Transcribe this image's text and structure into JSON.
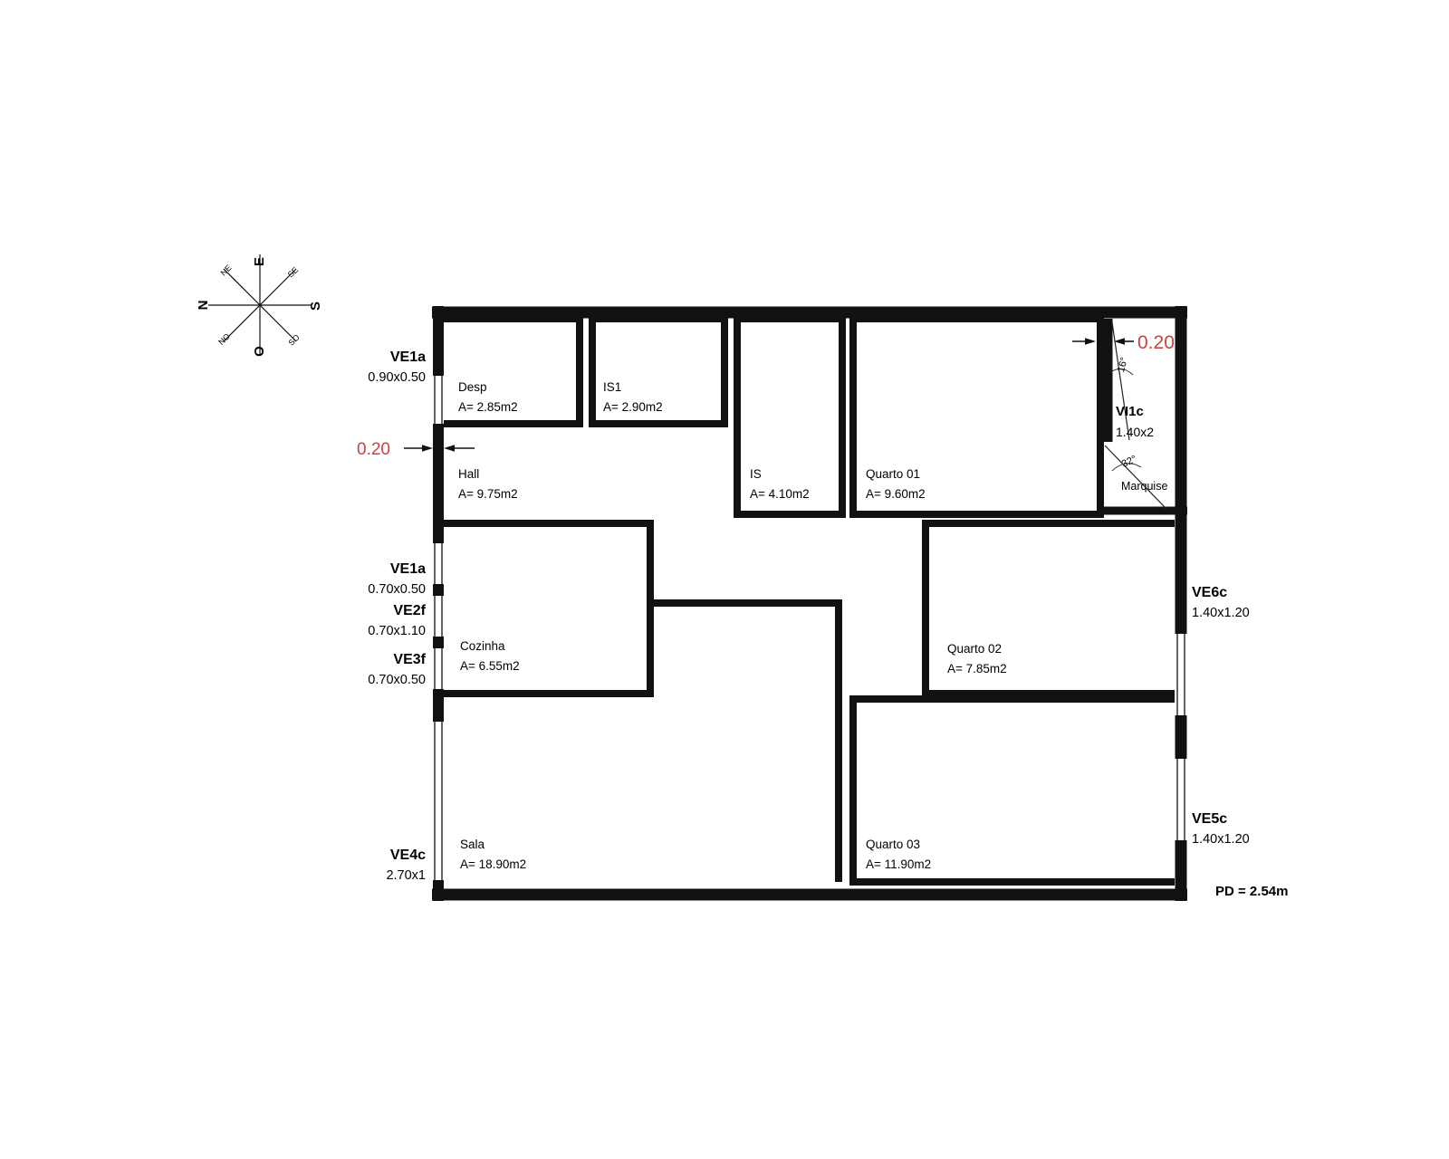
{
  "compass": {
    "n": "N",
    "e": "E",
    "s": "S",
    "o": "O",
    "ne": "NE",
    "se": "SE",
    "so": "SO",
    "no": "NO"
  },
  "rooms": {
    "desp": {
      "name": "Desp",
      "area": "A= 2.85m2"
    },
    "is1": {
      "name": "IS1",
      "area": "A= 2.90m2"
    },
    "is": {
      "name": "IS",
      "area": "A= 4.10m2"
    },
    "quarto01": {
      "name": "Quarto 01",
      "area": "A= 9.60m2"
    },
    "hall": {
      "name": "Hall",
      "area": "A= 9.75m2"
    },
    "cozinha": {
      "name": "Cozinha",
      "area": "A= 6.55m2"
    },
    "quarto02": {
      "name": "Quarto 02",
      "area": "A= 7.85m2"
    },
    "sala": {
      "name": "Sala",
      "area": "A= 18.90m2"
    },
    "quarto03": {
      "name": "Quarto 03",
      "area": "A= 11.90m2"
    },
    "marquise": {
      "name": "Marquise"
    }
  },
  "openings": {
    "ve1a_top": {
      "code": "VE1a",
      "size": "0.90x0.50"
    },
    "ve1a_left": {
      "code": "VE1a",
      "size": "0.70x0.50"
    },
    "ve2f": {
      "code": "VE2f",
      "size": "0.70x1.10"
    },
    "ve3f": {
      "code": "VE3f",
      "size": "0.70x0.50"
    },
    "ve4c": {
      "code": "VE4c",
      "size": "2.70x1"
    },
    "vi1c": {
      "code": "VI1c",
      "size": "1.40x2"
    },
    "ve6c": {
      "code": "VE6c",
      "size": "1.40x1.20"
    },
    "ve5c": {
      "code": "VE5c",
      "size": "1.40x1.20"
    }
  },
  "dimensions": {
    "wall_left": "0.20",
    "wall_right": "0.20",
    "angle_upper": "16°",
    "angle_lower": "32°",
    "ceiling": "PD = 2.54m"
  },
  "colors": {
    "dimension_red": "#cc4040",
    "line_black": "#111111"
  }
}
